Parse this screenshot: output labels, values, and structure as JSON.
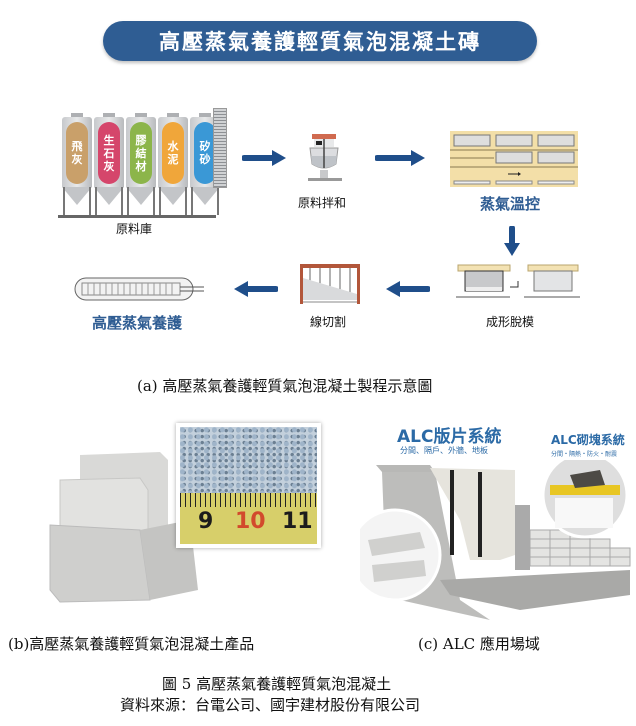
{
  "banner": {
    "title": "高壓蒸氣養護輕質氣泡混凝土磚"
  },
  "process": {
    "silos": [
      {
        "label": [
          "飛",
          "灰"
        ],
        "color": "#c9a06a"
      },
      {
        "label": [
          "生",
          "石",
          "灰"
        ],
        "color": "#d5466b"
      },
      {
        "label": [
          "膠",
          "結",
          "材"
        ],
        "color": "#8cb54a"
      },
      {
        "label": [
          "水",
          "泥"
        ],
        "color": "#f0a63a"
      },
      {
        "label": [
          "矽",
          "砂"
        ],
        "color": "#3a98d6"
      }
    ],
    "steps": {
      "storage": "原料庫",
      "mixing": "原料拌和",
      "steam": "蒸氣溫控",
      "molding": "成形脫模",
      "cutting": "線切割",
      "autoclave": "高壓蒸氣養護"
    },
    "arrow_color": "#1f4e8a"
  },
  "captions": {
    "a": "(a) 高壓蒸氣養護輕質氣泡混凝土製程示意圖",
    "b": "(b)高壓蒸氣養護輕質氣泡混凝土產品",
    "c": "(c) ALC 應用場域",
    "figure": "圖 5 高壓蒸氣養護輕質氣泡混凝土",
    "source": "資料來源：台電公司、國宇建材股份有限公司"
  },
  "product_photo": {
    "ruler_numbers": [
      "9",
      "10",
      "11"
    ]
  },
  "alc_photo": {
    "panel_title": "ALC版片系統",
    "panel_subtitle": "分間、隔戶、外牆、地板",
    "block_title": "ALC砌塊系統",
    "block_subtitle": "分間・隔熱・防火・耐震"
  },
  "colors": {
    "banner": "#2f5d93",
    "accent_blue": "#2f5d93"
  }
}
